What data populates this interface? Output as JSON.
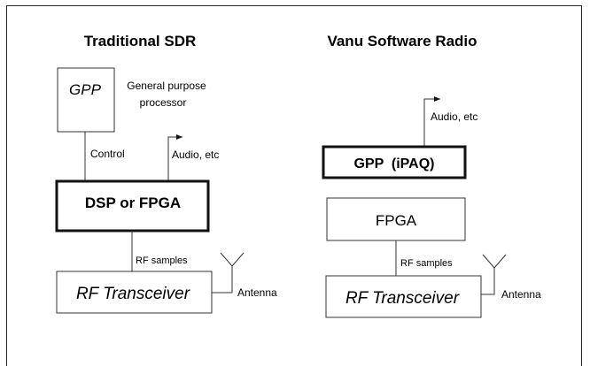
{
  "left": {
    "heading": "Traditional SDR",
    "gpp_label": "GPP",
    "gpp_desc_line1": "General purpose",
    "gpp_desc_line2": "processor",
    "control_label": "Control",
    "audio_label": "Audio, etc",
    "dsp_label": "DSP or FPGA",
    "rf_samples_label": "RF samples",
    "rf_label": "RF Transceiver",
    "antenna_label": "Antenna"
  },
  "right": {
    "heading": "Vanu Software Radio",
    "audio_label": "Audio, etc",
    "gpp_label": "GPP  (iPAQ)",
    "fpga_label": "FPGA",
    "rf_samples_label": "RF samples",
    "rf_label": "RF Transceiver",
    "antenna_label": "Antenna"
  }
}
